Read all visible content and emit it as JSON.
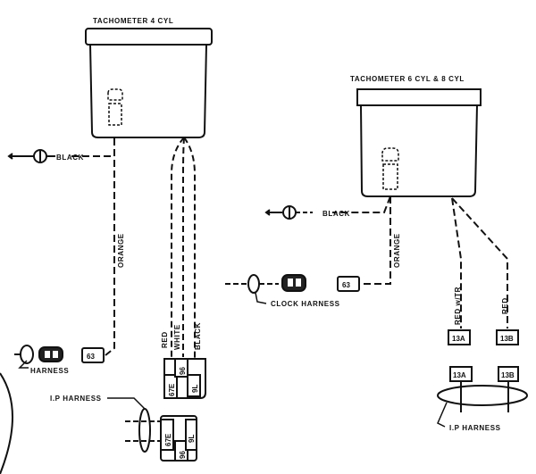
{
  "tach4": {
    "title": "TACHOMETER 4 CYL",
    "ground_label": "BLACK",
    "wire_orange": "ORANGE",
    "wire_red": "RED",
    "wire_white": "WHITE",
    "wire_black": "BLACK",
    "connector_63": "63",
    "harness_label": "HARNESS",
    "ip_harness_label": "I.P HARNESS",
    "pin_67e": "67E",
    "pin_96": "96",
    "pin_9l": "9L",
    "ip_pin_67e": "67E",
    "ip_pin_96": "96",
    "ip_pin_9l": "9L"
  },
  "tach68": {
    "title": "TACHOMETER 6 CYL & 8 CYL",
    "ground_label": "BLACK",
    "wire_orange": "ORANGE",
    "wire_red_tr": "RED w/TR",
    "wire_red": "RED",
    "connector_63": "63",
    "clock_harness_label": "CLOCK HARNESS",
    "pin_13a": "13A",
    "pin_13b": "13B",
    "ip_pin_13a": "13A",
    "ip_pin_13b": "13B",
    "ip_harness_label": "I.P HARNESS"
  }
}
